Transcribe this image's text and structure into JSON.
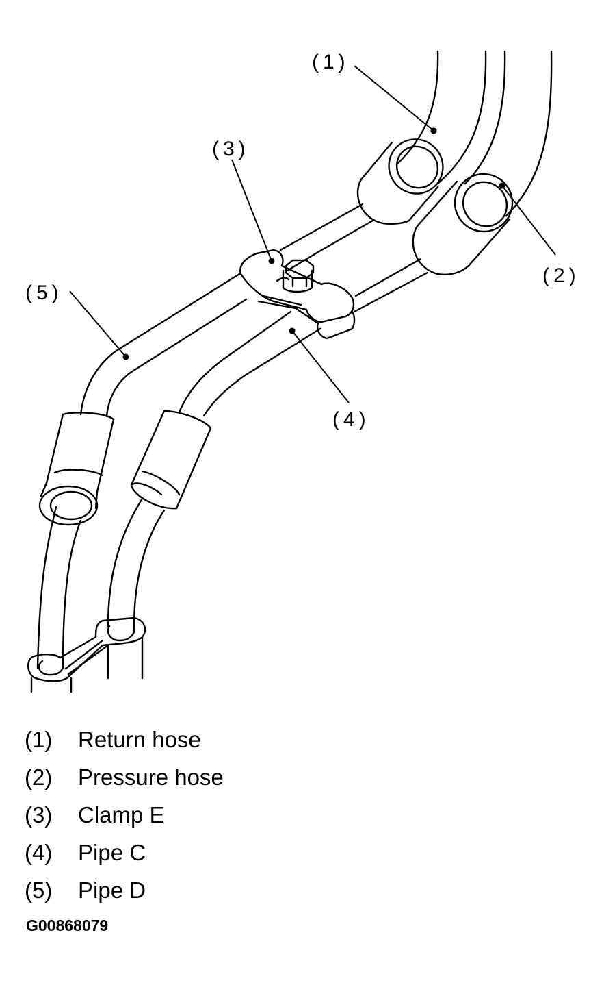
{
  "callouts": {
    "c1": "(1)",
    "c2": "(2)",
    "c3": "(3)",
    "c4": "(4)",
    "c5": "(5)"
  },
  "legend": [
    {
      "num": "(1)",
      "label": "Return hose"
    },
    {
      "num": "(2)",
      "label": "Pressure hose"
    },
    {
      "num": "(3)",
      "label": "Clamp E"
    },
    {
      "num": "(4)",
      "label": "Pipe C"
    },
    {
      "num": "(5)",
      "label": "Pipe D"
    }
  ],
  "figure_id": "G00868079",
  "colors": {
    "line": "#000000",
    "background": "#ffffff"
  }
}
